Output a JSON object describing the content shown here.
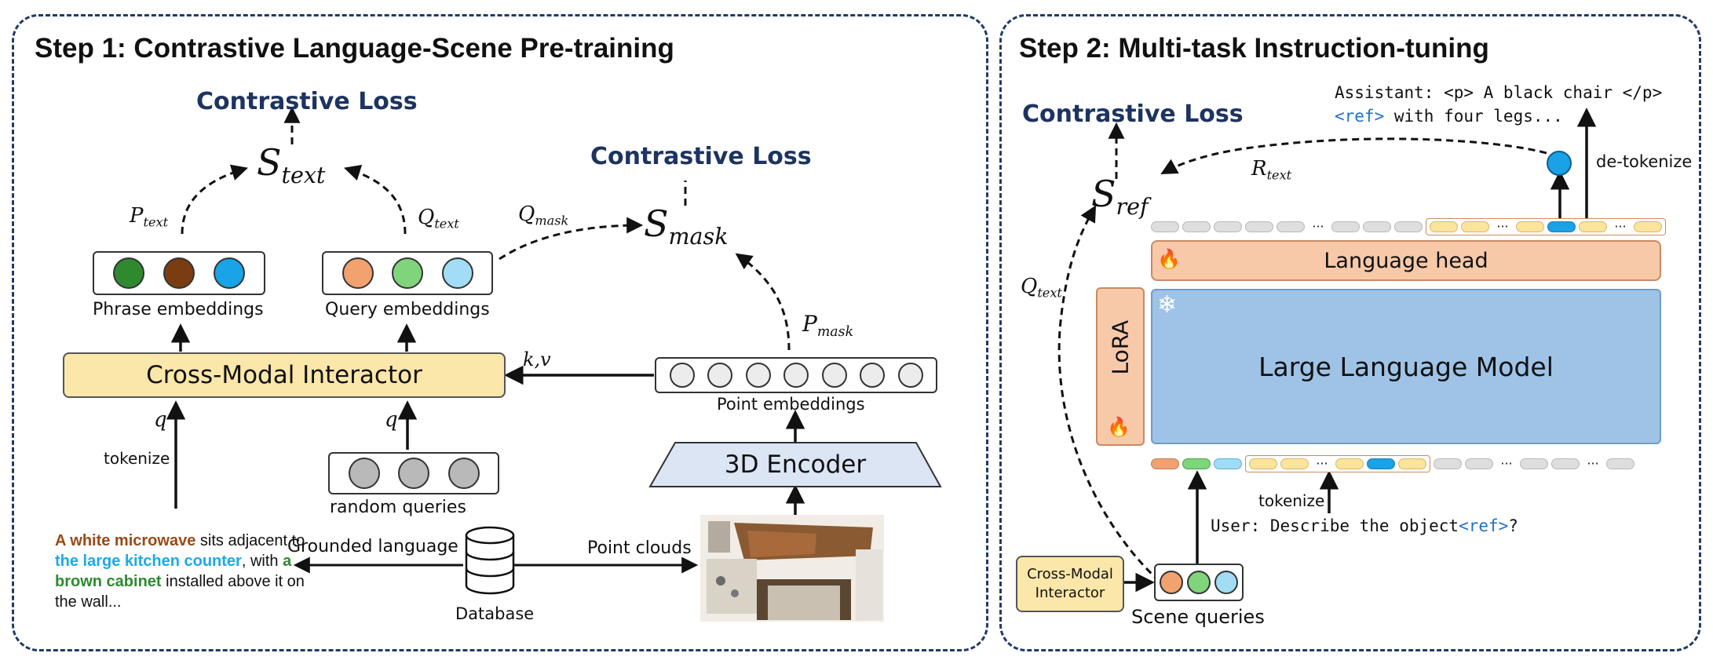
{
  "step1": {
    "title": "Step 1: Contrastive Language-Scene Pre-training",
    "contrastive_loss_left": "Contrastive Loss",
    "contrastive_loss_right": "Contrastive Loss",
    "s_text": {
      "main": "S",
      "sub": "text"
    },
    "s_mask": {
      "main": "S",
      "sub": "mask"
    },
    "p_text": {
      "main": "P",
      "sub": "text"
    },
    "q_text": {
      "main": "Q",
      "sub": "text"
    },
    "q_mask": {
      "main": "Q",
      "sub": "mask"
    },
    "p_mask": {
      "main": "P",
      "sub": "mask"
    },
    "phrase_embeddings": "Phrase embeddings",
    "query_embeddings": "Query embeddings",
    "cross_modal_interactor": "Cross-Modal Interactor",
    "kv_label": "k,v",
    "point_embeddings": "Point embeddings",
    "encoder_3d": "3D Encoder",
    "q_left": "q",
    "q_mid": "q",
    "tokenize": "tokenize",
    "random_queries": "random queries",
    "grounded_language": "Grounded language",
    "point_clouds": "Point clouds",
    "database": "Database",
    "description": {
      "p1": "A white microwave",
      "p2": " sits adjacent to ",
      "p3": "the large kitchen counter",
      "p4": ", with ",
      "p5": "a brown cabinet",
      "p6": " installed above it on the wall..."
    },
    "colors": {
      "phrase": [
        "#2f8a2f",
        "#7a3d12",
        "#18a4e6"
      ],
      "query": [
        "#f2a26f",
        "#7fd47c",
        "#a2ddf5"
      ],
      "interactor_bg": "#fbe7a9",
      "encoder_bg": "#dbe5f4"
    }
  },
  "step2": {
    "title": "Step 2: Multi-task Instruction-tuning",
    "contrastive_loss": "Contrastive Loss",
    "s_ref": {
      "main": "S",
      "sub": "ref"
    },
    "r_text": {
      "main": "R",
      "sub": "text"
    },
    "q_text": {
      "main": "Q",
      "sub": "text"
    },
    "assistant_line1_a": "Assistant: <p> A black chair </p>",
    "assistant_line2_ref": "<ref>",
    "assistant_line2_b": " with four legs...",
    "detokenize": "de-tokenize",
    "language_head": "Language head",
    "lora": "LoRA",
    "llm": "Large Language Model",
    "tokenize": "tokenize",
    "user_a": "User: Describe the object",
    "user_ref": "<ref>",
    "user_b": "?",
    "cross_modal_interactor": "Cross-Modal Interactor",
    "scene_queries": "Scene queries",
    "icons": {
      "trainable": "fire-icon",
      "frozen": "snowflake-icon"
    },
    "colors": {
      "language_head_bg": "#f7c9a9",
      "lora_bg": "#f7c9a9",
      "llm_bg": "#9ec3e6",
      "accent_ref": "#1e73c8",
      "title_blue": "#1d3461"
    }
  }
}
